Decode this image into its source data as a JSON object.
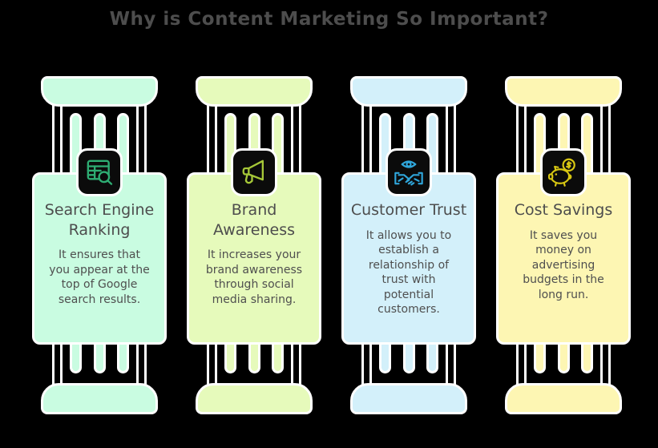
{
  "title": "Why is Content Marketing So Important?",
  "colors": {
    "background": "#000000",
    "outline": "#ffffff",
    "text": "#4d4d4d",
    "icon_box_bg": "#0b0b0b"
  },
  "columns": [
    {
      "heading": "Search Engine Ranking",
      "body": "It ensures that you appear at the top of Google search results.",
      "fill": "#c9fce1",
      "icon_color": "#2ead73",
      "icon": "table-search-icon"
    },
    {
      "heading": "Brand Awareness",
      "body": "It increases your brand awareness through social media sharing.",
      "fill": "#e6fabb",
      "icon_color": "#a6c838",
      "icon": "megaphone-icon"
    },
    {
      "heading": "Customer Trust",
      "body": "It allows you to establish a relationship of trust with potential customers.",
      "fill": "#d3f0fa",
      "icon_color": "#2fa6db",
      "icon": "eye-handshake-icon"
    },
    {
      "heading": "Cost Savings",
      "body": "It saves you money on advertising budgets in the long run.",
      "fill": "#fdf6b3",
      "icon_color": "#d8c713",
      "icon": "piggy-bank-icon"
    }
  ]
}
